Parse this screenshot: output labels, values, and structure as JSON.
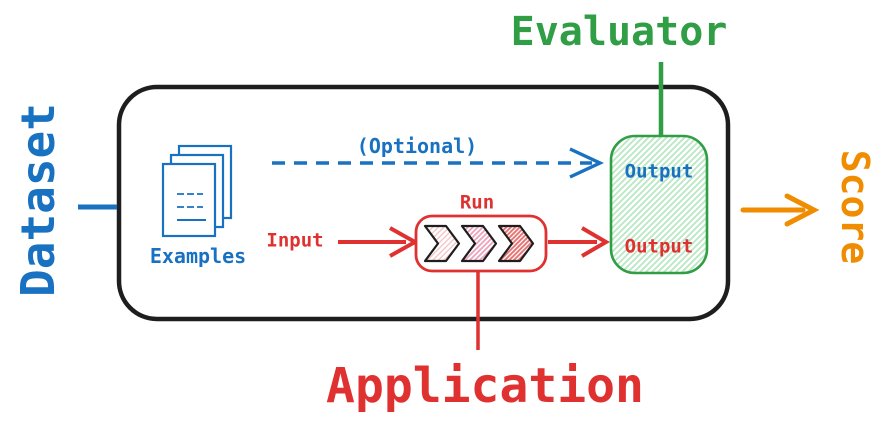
{
  "diagram": {
    "labels": {
      "dataset": "Dataset",
      "evaluator": "Evaluator",
      "score": "Score",
      "application": "Application",
      "examples": "Examples",
      "input": "Input",
      "run": "Run",
      "optional": "(Optional)",
      "evaluator_output": "Output",
      "app_output": "Output"
    },
    "colors": {
      "blue": "#1971c2",
      "red": "#e03131",
      "green": "#2f9e44",
      "orange": "#f08c00",
      "black": "#1e1e1e"
    },
    "icons": {
      "examples": "stacked-documents-icon",
      "run": "chevron-pipeline-icon"
    }
  }
}
